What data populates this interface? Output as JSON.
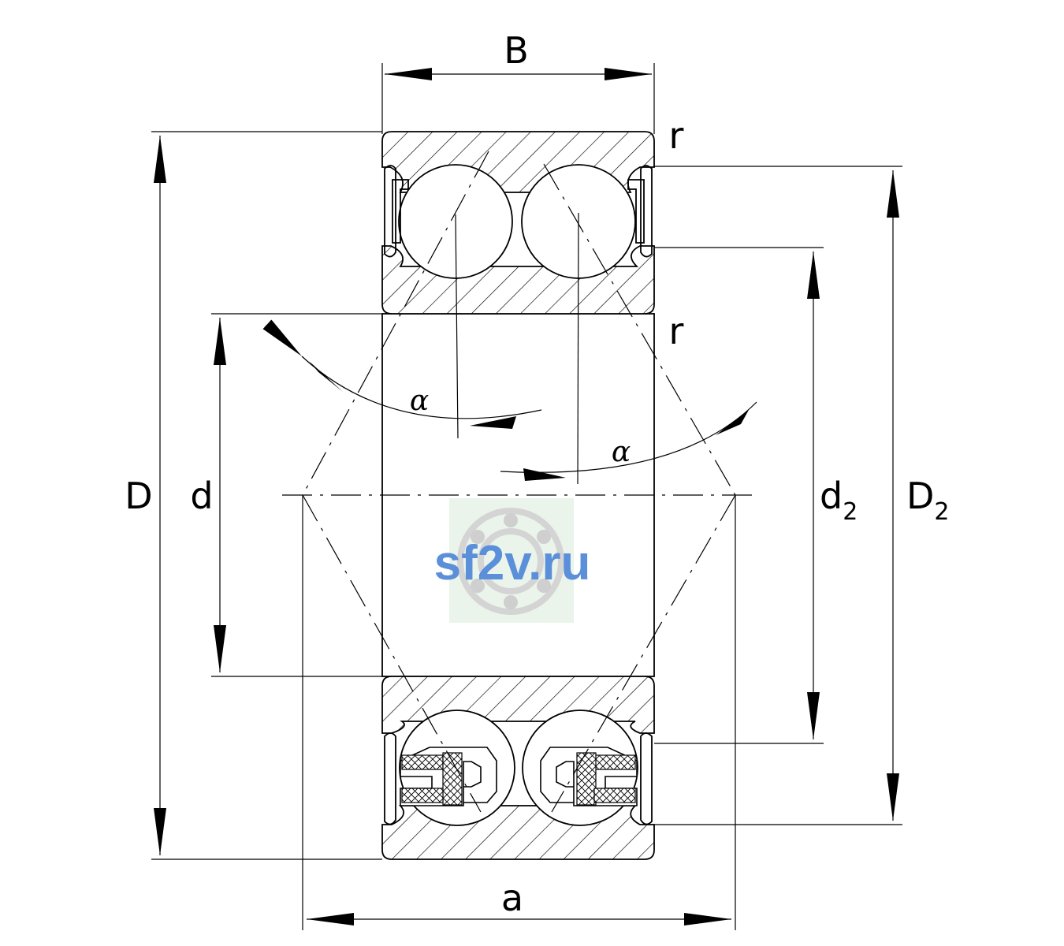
{
  "labels": {
    "width": "B",
    "outer_diameter": "D",
    "bore_diameter": "d",
    "d2_main": "d",
    "d2_sub": "2",
    "D2_main": "D",
    "D2_sub": "2",
    "pressure_distance": "a",
    "radius_top": "r",
    "radius_middle": "r",
    "contact_angle_upper": "α",
    "contact_angle_lower": "α"
  },
  "watermark": {
    "text": "sf2v.ru",
    "color": "#5b8fd9",
    "background": "#eaf4ea"
  },
  "icons": [
    "dimension-arrow",
    "bearing-watermark-icon"
  ]
}
